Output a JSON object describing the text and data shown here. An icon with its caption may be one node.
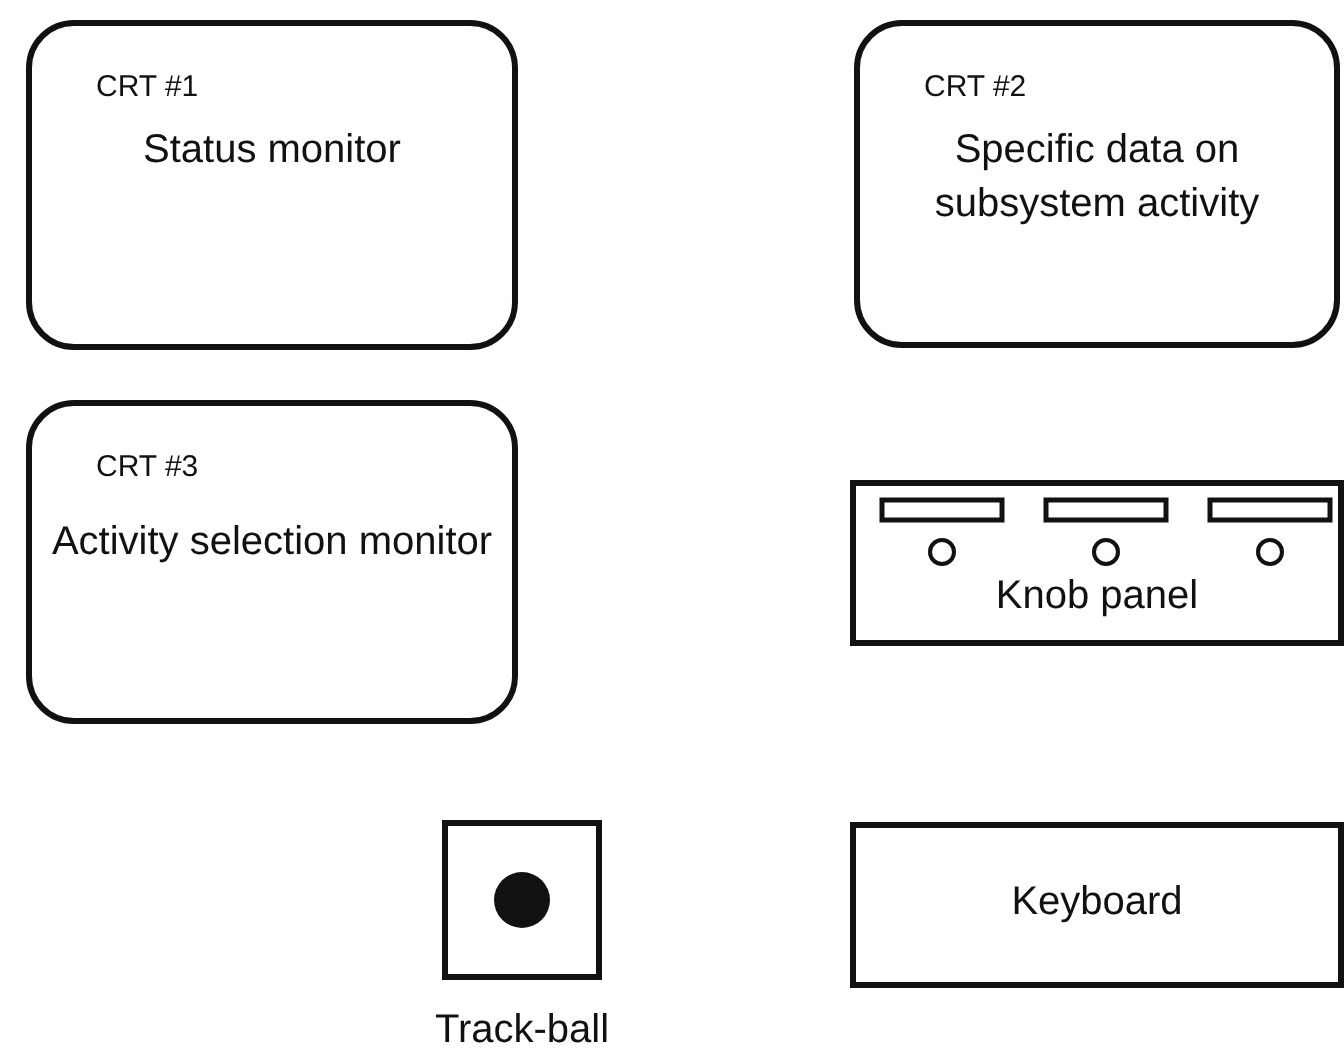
{
  "diagram": {
    "nodes": [
      {
        "text": [
          "CRT #1",
          "Status monitor"
        ]
      },
      {
        "text": [
          "CRT #2",
          "Specific data on subsystem activity"
        ]
      },
      {
        "text": [
          "CRT #3",
          "Activity selection monitor"
        ]
      },
      {
        "text": [
          "Knob panel"
        ]
      },
      {
        "text": [
          "Track-ball"
        ]
      },
      {
        "text": [
          "Keyboard"
        ]
      }
    ]
  }
}
